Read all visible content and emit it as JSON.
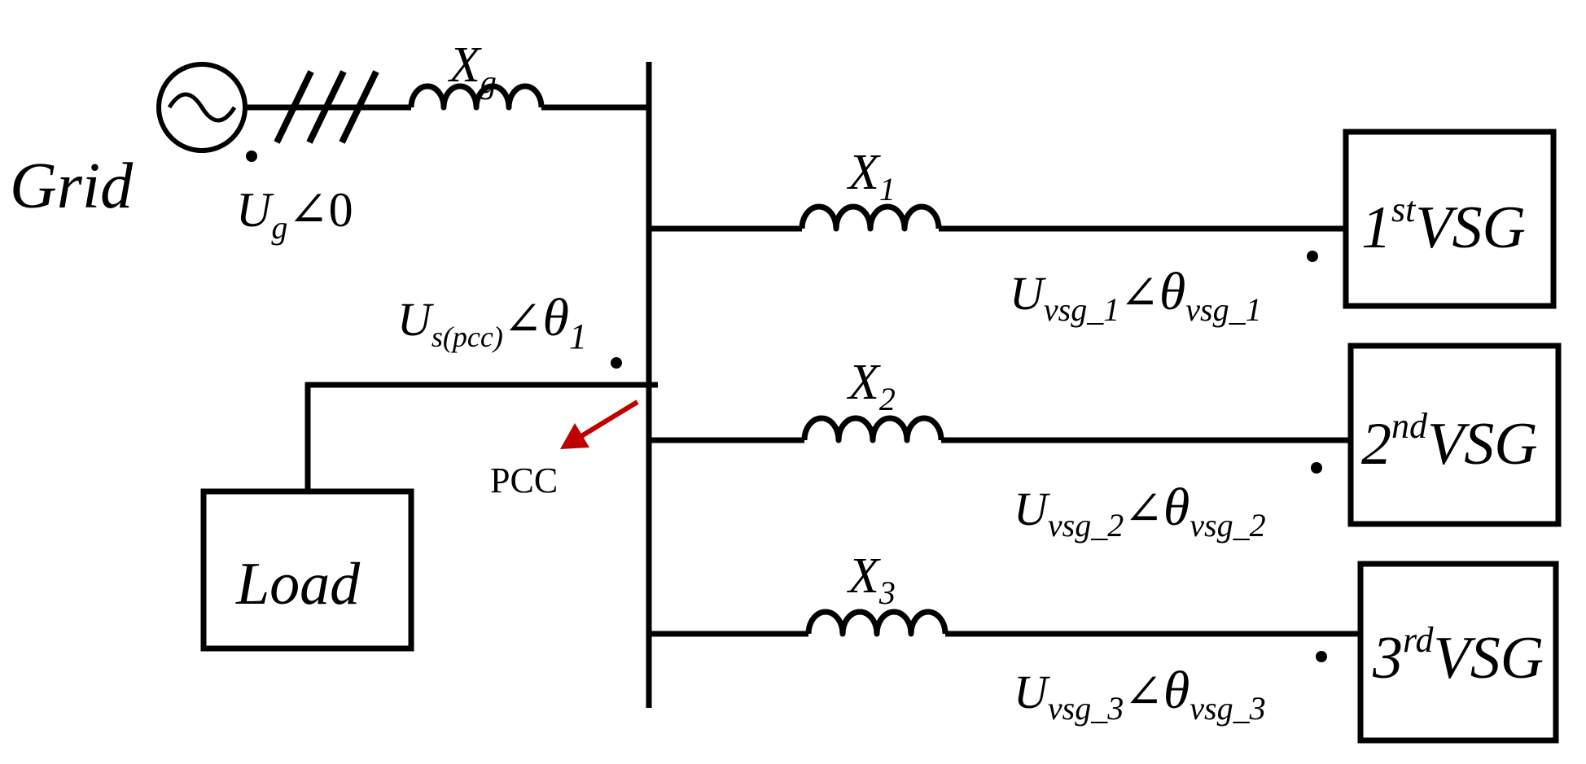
{
  "grid": {
    "label": "Grid",
    "voltage_sym": "U",
    "voltage_sub": "g",
    "angle": "0"
  },
  "line_reactance": {
    "sym": "X",
    "sub": "g"
  },
  "pcc": {
    "voltage_sym": "U",
    "voltage_sub": "s(pcc)",
    "theta": "θ",
    "theta_sub": "1",
    "label": "PCC",
    "arrow_color": "#c00000"
  },
  "load": {
    "label": "Load"
  },
  "branches": [
    {
      "x_sym": "X",
      "x_sub": "1",
      "vsg_num": "1",
      "vsg_sup": "st",
      "vsg_label": "VSG",
      "u_sym": "U",
      "u_sub": "vsg_1",
      "theta": "θ",
      "theta_sub": "vsg_1"
    },
    {
      "x_sym": "X",
      "x_sub": "2",
      "vsg_num": "2",
      "vsg_sup": "nd",
      "vsg_label": "VSG",
      "u_sym": "U",
      "u_sub": "vsg_2",
      "theta": "θ",
      "theta_sub": "vsg_2"
    },
    {
      "x_sym": "X",
      "x_sub": "3",
      "vsg_num": "3",
      "vsg_sup": "rd",
      "vsg_label": "VSG",
      "u_sym": "U",
      "u_sub": "vsg_3",
      "theta": "θ",
      "theta_sub": "vsg_3"
    }
  ],
  "angle_symbol": "∠"
}
